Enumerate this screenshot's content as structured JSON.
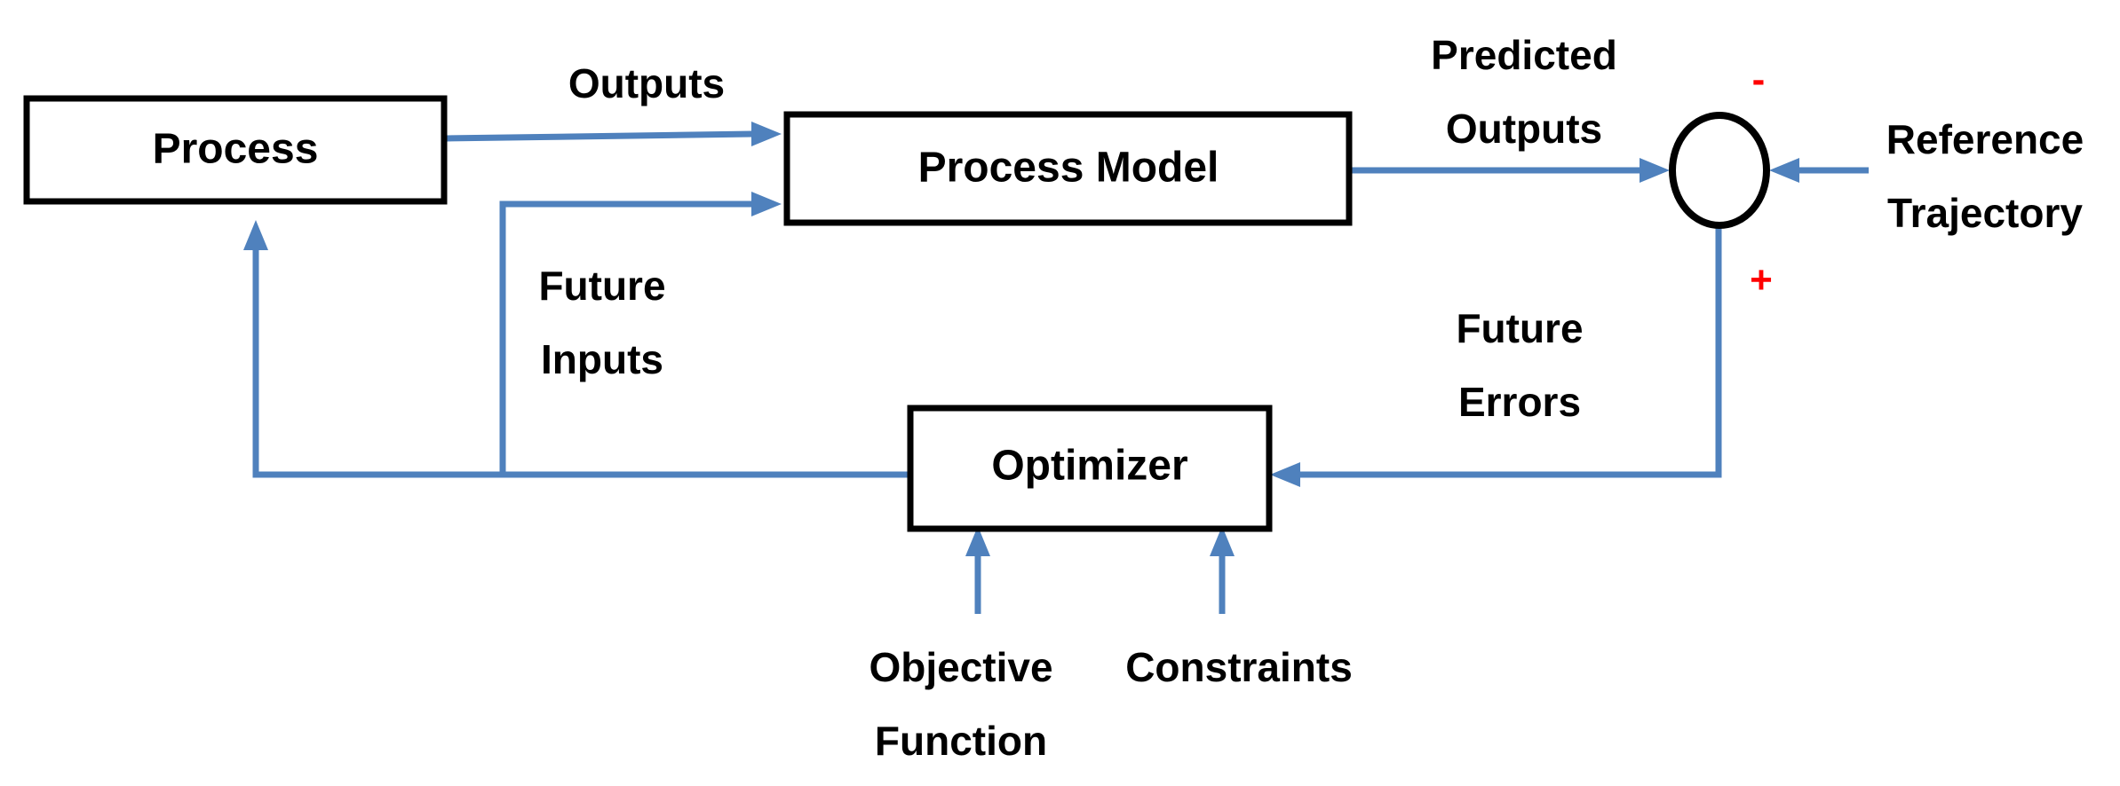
{
  "blocks": {
    "process": "Process",
    "process_model": "Process Model",
    "optimizer": "Optimizer"
  },
  "signals": {
    "outputs": "Outputs",
    "predicted_outputs_line1": "Predicted",
    "predicted_outputs_line2": "Outputs",
    "reference_line1": "Reference",
    "reference_line2": "Trajectory",
    "future_inputs_line1": "Future",
    "future_inputs_line2": "Inputs",
    "future_errors_line1": "Future",
    "future_errors_line2": "Errors",
    "objective_line1": "Objective",
    "objective_line2": "Function",
    "constraints": "Constraints"
  },
  "summing_junction": {
    "minus_sign": "-",
    "plus_sign": "+"
  },
  "colors": {
    "arrow": "#4f81bd",
    "box_border": "#000000",
    "sign": "#ff0000"
  }
}
